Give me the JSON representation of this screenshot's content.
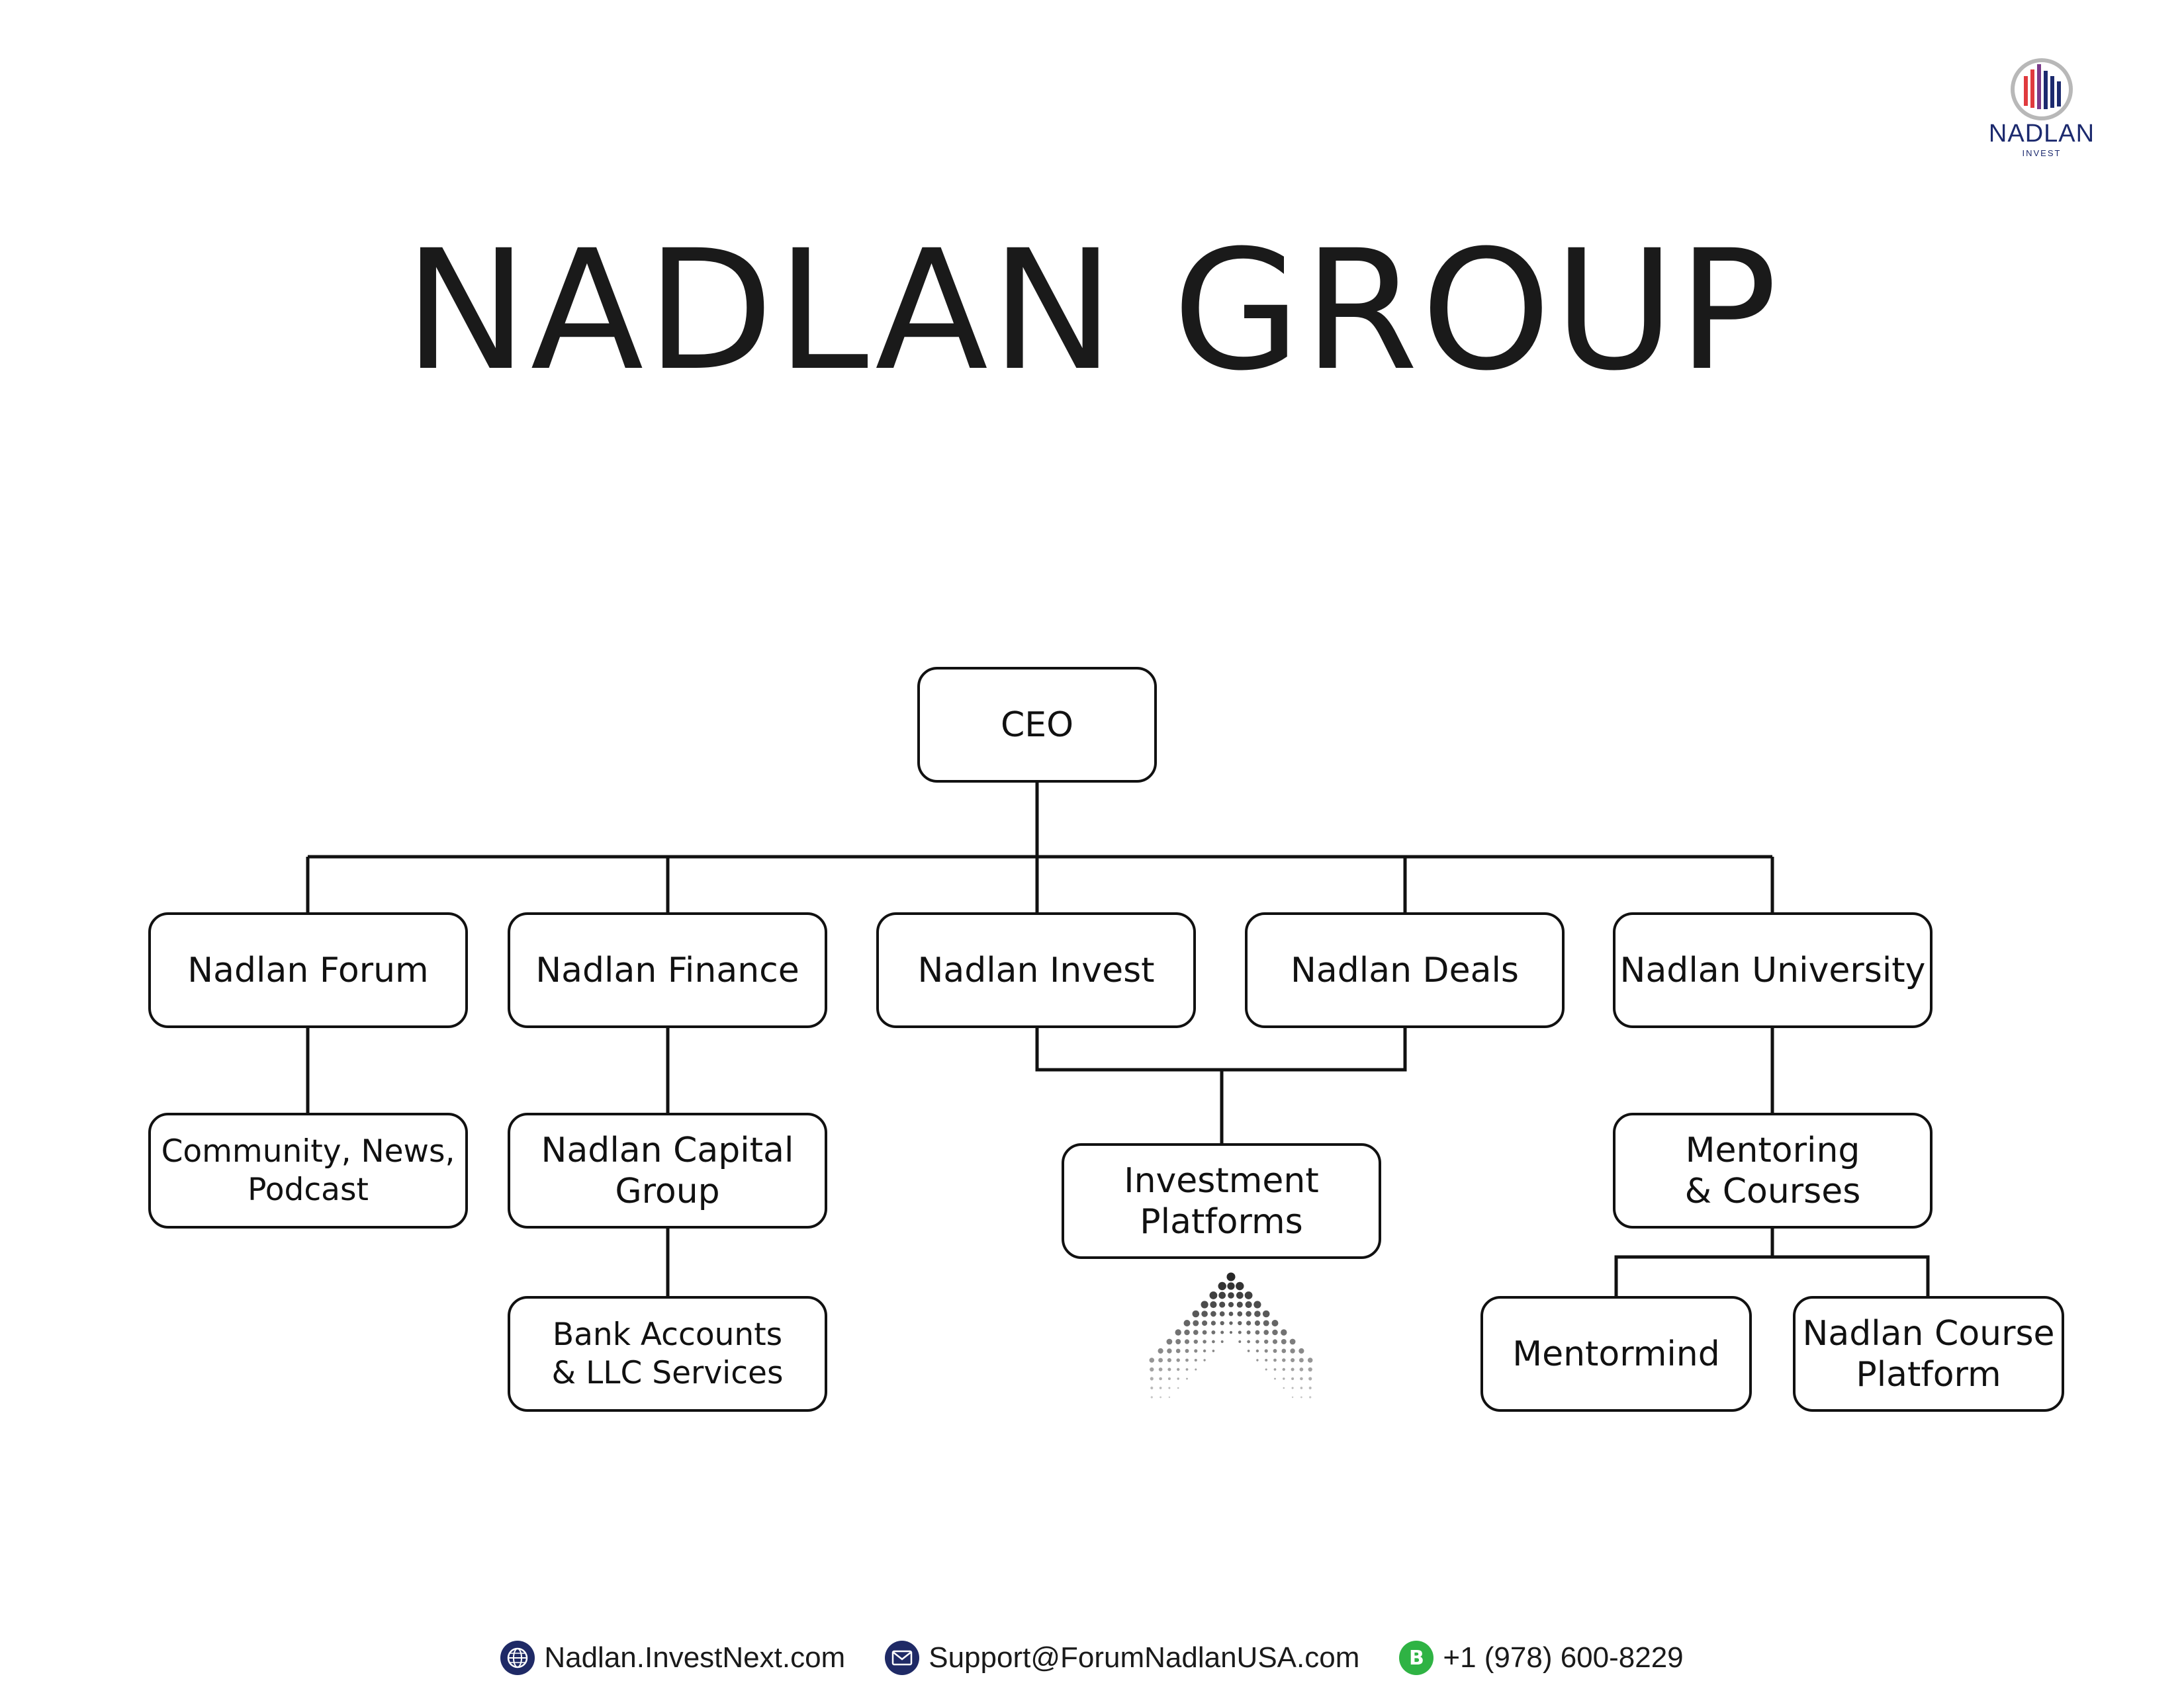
{
  "logo": {
    "word": "NADLAN",
    "sub": "INVEST"
  },
  "title": "NADLAN GROUP",
  "nodes": {
    "ceo": "CEO",
    "forum": "Nadlan Forum",
    "finance": "Nadlan Finance",
    "invest": "Nadlan Invest",
    "deals": "Nadlan Deals",
    "university": "Nadlan University",
    "community": "Community, News,\nPodcast",
    "capital": "Nadlan Capital\nGroup",
    "platforms": "Investment\nPlatforms",
    "mentoring": "Mentoring\n& Courses",
    "bank": "Bank Accounts\n& LLC Services",
    "mentormind": "Mentormind",
    "course_platform": "Nadlan Course\nPlatform"
  },
  "footer": {
    "website": "Nadlan.InvestNext.com",
    "email": "Support@ForumNadlanUSA.com",
    "phone": "+1 (978) 600-8229",
    "whatsapp_badge": "B"
  },
  "colors": {
    "line": "#111111",
    "logo_blue": "#1c2a6e",
    "logo_red": "#e03a3e",
    "whatsapp": "#2fb344"
  }
}
